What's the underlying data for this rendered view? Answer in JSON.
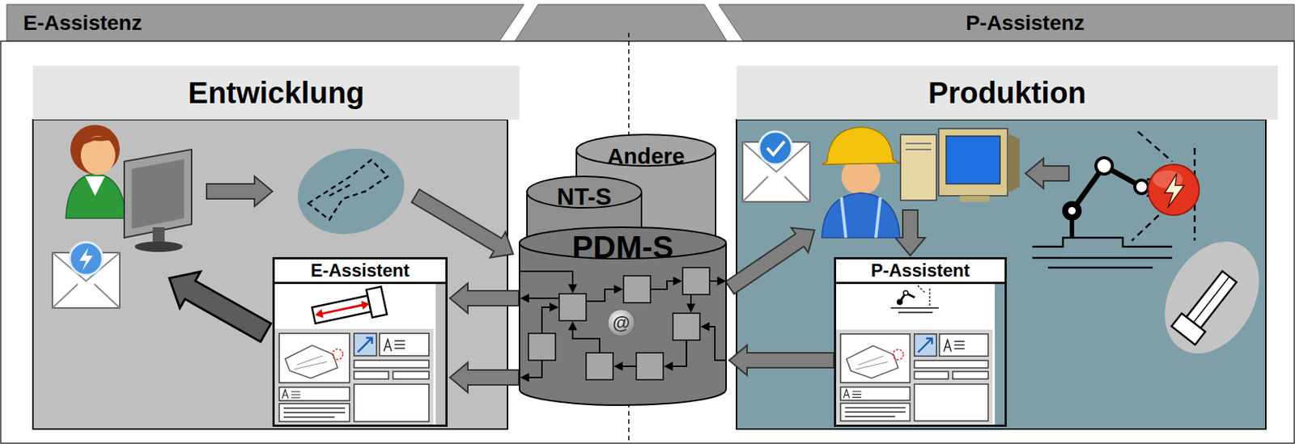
{
  "diagram": {
    "nodes": [
      {
        "text": [
          "E-Assistenz"
        ]
      },
      {
        "text": [
          "P-Assistenz"
        ]
      },
      {
        "text": [
          "Entwicklung"
        ]
      },
      {
        "text": [
          "E-Assistent"
        ],
        "in": 2
      },
      {
        "text": [
          "Produktion"
        ]
      },
      {
        "text": [
          "P-Assistent"
        ],
        "in": 4
      },
      {
        "text": [
          "Andere"
        ]
      },
      {
        "text": [
          "NT-S"
        ]
      },
      {
        "text": [
          "PDM-S"
        ]
      }
    ],
    "edges": [
      {
        "from": 8,
        "to": 3,
        "arrow": "to"
      },
      {
        "from": 8,
        "to": 3,
        "arrow": "to"
      },
      {
        "from": 5,
        "to": 8,
        "arrow": "to"
      }
    ],
    "labels": [
      "@"
    ]
  }
}
